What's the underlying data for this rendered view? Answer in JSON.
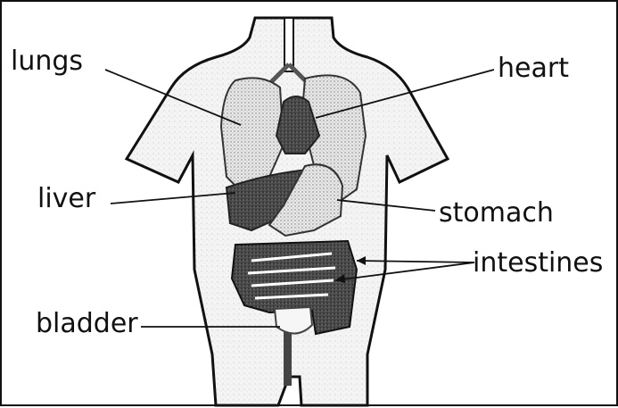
{
  "labels": {
    "lungs": "lungs",
    "heart": "heart",
    "liver": "liver",
    "stomach": "stomach",
    "intestines": "intestines",
    "bladder": "bladder"
  }
}
